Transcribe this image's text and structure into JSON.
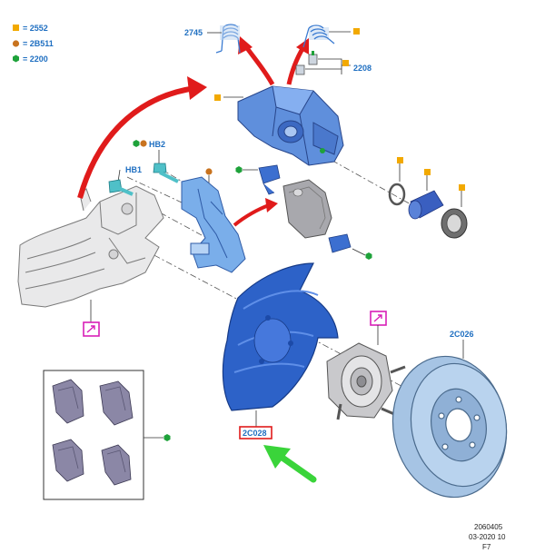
{
  "legend": [
    {
      "marker": "yellow-square",
      "color": "#f2a900",
      "text": "= 2552"
    },
    {
      "marker": "brown-circle",
      "color": "#c8731f",
      "text": "= 2B511"
    },
    {
      "marker": "green-hexagon",
      "color": "#1ea23a",
      "text": "= 2200"
    }
  ],
  "labels": {
    "spring_left": "2745",
    "caliper_fittings": "2208",
    "bolt_upper": "HB2",
    "bolt_lower": "HB1",
    "disc": "2C026",
    "shield": "2C028"
  },
  "footer": {
    "code": "2060405",
    "date": "03-2020 10",
    "sheet": "F7"
  },
  "colors": {
    "part_blue": "#4a7fd4",
    "part_blue_light": "#9dc0ee",
    "shield_blue": "#2e64c8",
    "disc_blue": "#a6c4e4",
    "arrow_red": "#e01b1b",
    "arrow_green": "#3ad43a",
    "highlight_red": "#e01b1b",
    "magenta": "#d81fb8"
  },
  "icons": [
    "knuckle-outline",
    "caliper-housing",
    "caliper-bracket",
    "brake-pad",
    "dust-shield",
    "wheel-hub",
    "brake-disc",
    "pad-kit-box",
    "link-box-icon"
  ]
}
